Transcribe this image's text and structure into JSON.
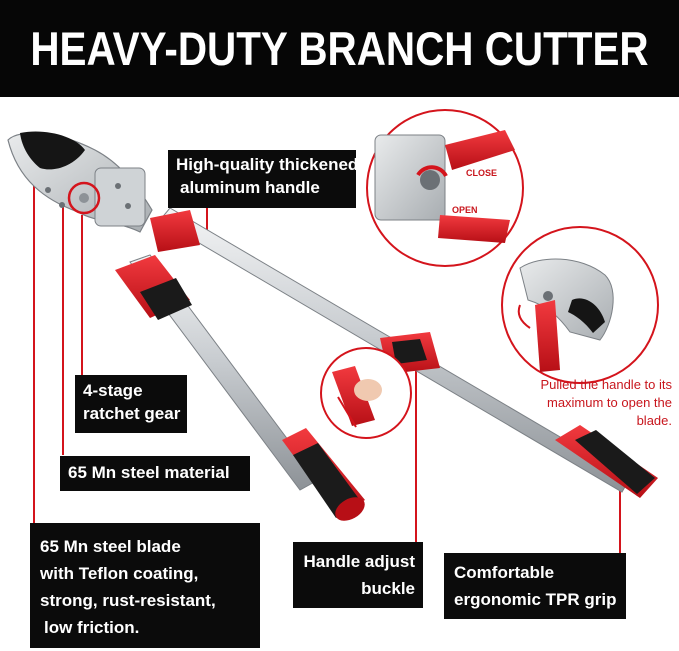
{
  "banner": {
    "title": "HEAVY-DUTY BRANCH CUTTER"
  },
  "labels": {
    "handle": [
      "High-quality thickened",
      "aluminum handle"
    ],
    "ratchet": [
      "4-stage",
      "ratchet gear"
    ],
    "steel": [
      "65 Mn steel material"
    ],
    "blade": [
      "65 Mn steel blade",
      "with Teflon coating,",
      "strong, rust-resistant,",
      "low friction."
    ],
    "buckle": [
      "Handle adjust",
      "buckle"
    ],
    "grip": [
      "Comfortable",
      "ergonomic TPR grip"
    ]
  },
  "inset_top": {
    "close_text": "CLOSE",
    "open_text": "OPEN"
  },
  "inset_right": {
    "caption": [
      "Pulled the handle to its",
      "maximum to open the",
      "blade."
    ]
  },
  "colors": {
    "accent_red": "#e0161f",
    "banner_bg": "#060606",
    "label_bg": "#0b0b0b",
    "caption_red": "#c8161d"
  }
}
